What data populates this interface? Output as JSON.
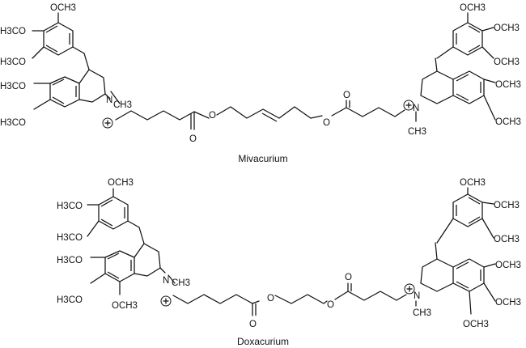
{
  "molecules": [
    {
      "caption": "Mivacurium",
      "groups": {
        "l_ome_top": "OCH3",
        "l_ome_mid": "H3CO",
        "l_ome_low": "H3CO",
        "l_iso_1": "H3CO",
        "l_iso_2": "H3CO",
        "l_n": "N",
        "l_me": "CH3",
        "ester_o_1": "O",
        "carbonyl_o_1": "O",
        "ester_o_2": "O",
        "carbonyl_o_2": "O",
        "r_ome_top": "OCH3",
        "r_ome_mid": "OCH3",
        "r_ome_low": "OCH3",
        "r_iso_1": "OCH3",
        "r_iso_2": "OCH3",
        "r_n": "N",
        "r_me": "CH3"
      }
    },
    {
      "caption": "Doxacurium",
      "groups": {
        "l_ome_top": "OCH3",
        "l_ome_mid": "H3CO",
        "l_ome_low": "H3CO",
        "l_iso_1": "H3CO",
        "l_iso_2": "H3CO",
        "l_iso_3": "OCH3",
        "l_n": "N",
        "l_me": "CH3",
        "ester_o_1": "O",
        "carbonyl_o_1": "O",
        "ester_o_2": "O",
        "carbonyl_o_2": "O",
        "r_ome_top": "OCH3",
        "r_ome_mid": "OCH3",
        "r_ome_low": "OCH3",
        "r_iso_1": "OCH3",
        "r_iso_2": "OCH3",
        "r_iso_3": "OCH3",
        "r_n": "N",
        "r_me": "CH3"
      }
    }
  ]
}
